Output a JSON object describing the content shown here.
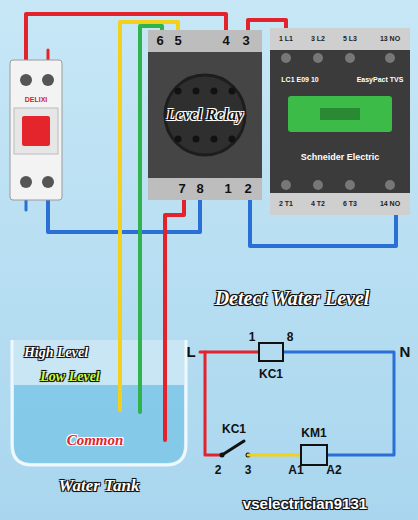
{
  "diagram": {
    "title": "Detect Water Level",
    "nodes": [
      {
        "text": [
          "DELIXI"
        ]
      },
      {
        "text": [
          "Level Relay"
        ]
      },
      {
        "text": [
          "LC1 E09 10",
          "EasyPact TVS",
          "Schneider Electric"
        ]
      },
      {
        "text": [
          "Water Tank"
        ]
      },
      {
        "text": [
          "KC1"
        ]
      },
      {
        "text": [
          "KM1"
        ]
      }
    ],
    "edges": [
      {
        "from": 0,
        "to": 1,
        "arrow": "none"
      },
      {
        "from": 0,
        "to": 1,
        "arrow": "none"
      },
      {
        "from": 1,
        "to": 2,
        "arrow": "none"
      },
      {
        "from": 1,
        "to": 2,
        "arrow": "none"
      },
      {
        "from": 3,
        "to": 1,
        "arrow": "none"
      },
      {
        "from": 3,
        "to": 1,
        "arrow": "none"
      },
      {
        "from": 3,
        "to": 1,
        "arrow": "none"
      }
    ],
    "labels": [
      "6",
      "5",
      "4",
      "3",
      "7",
      "8",
      "1",
      "2",
      "1 L1",
      "3 L2",
      "5 L3",
      "13 NO",
      "2 T1",
      "4 T2",
      "6 T3",
      "14 NO",
      "High Level",
      "Low Level",
      "Common",
      "L",
      "N",
      "1",
      "8",
      "KC1",
      "2",
      "3",
      "A1",
      "A2",
      "vselectrician9131"
    ]
  }
}
